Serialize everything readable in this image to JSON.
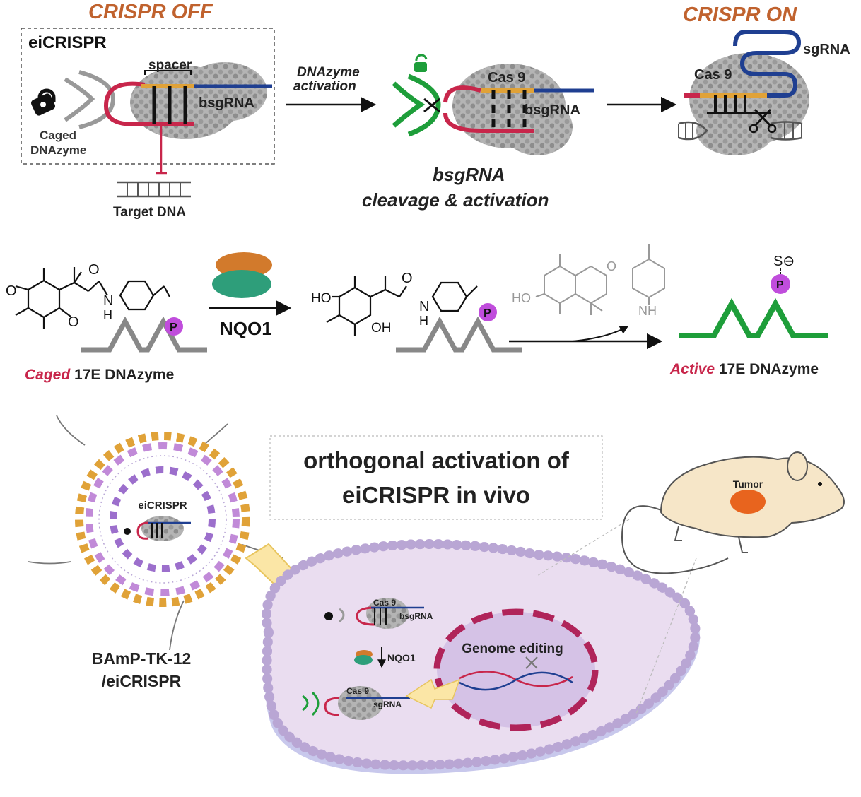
{
  "colors": {
    "title_orange": "#C0622E",
    "red_strand": "#C8264B",
    "blue_strand": "#1F3F91",
    "green_dnazyme": "#1E9E3A",
    "gold": "#E0A238",
    "grey_protein": "#A9A9A9",
    "purple_p": "#C04DDC",
    "cell_fill": "#EADDF0",
    "nucleus_fill": "#D5C2E6",
    "nucleus_dash": "#B0245A",
    "mouse_fill": "#F6E6C8",
    "tumor": "#E8641E"
  },
  "top": {
    "crispr_off": "CRISPR OFF",
    "crispr_on": "CRISPR ON",
    "eicrispr": "eiCRISPR",
    "spacer": "spacer",
    "bsgrna": "bsgRNA",
    "caged_line1": "Caged",
    "caged_line2": "DNAzyme",
    "target_dna": "Target DNA",
    "dnazyme_act_line1": "DNAzyme",
    "dnazyme_act_line2": "activation",
    "cas9_mid": "Cas 9",
    "bsgrna_mid": "bsgRNA",
    "cleave_line1": "bsgRNA",
    "cleave_line2": "cleavage & activation",
    "cas9_right": "Cas 9",
    "sgrna_right": "sgRNA"
  },
  "middle": {
    "enzyme": "NQO1",
    "caged_word": "Caged",
    "caged_rest": " 17E DNAzyme",
    "active_word": "Active",
    "active_rest": " 17E DNAzyme",
    "p_label": "P",
    "s_label": "S",
    "s_minus": "S⊖",
    "ho": "HO",
    "oh": "OH",
    "h": "H",
    "n": "N",
    "nh": "NH",
    "o": "O"
  },
  "bottom": {
    "title_line1": "orthogonal activation of",
    "title_line2": "eiCRISPR in vivo",
    "np_label": "eiCRISPR",
    "np_caption_line1": "BAmP-TK-12",
    "np_caption_line2": "/eiCRISPR",
    "cell_cas9_top": "Cas 9",
    "cell_bsgrna": "bsgRNA",
    "cell_nqo1": "NQO1",
    "cell_cas9_bottom": "Cas 9",
    "cell_sgrna": "sgRNA",
    "genome_editing": "Genome editing",
    "tumor": "Tumor"
  }
}
